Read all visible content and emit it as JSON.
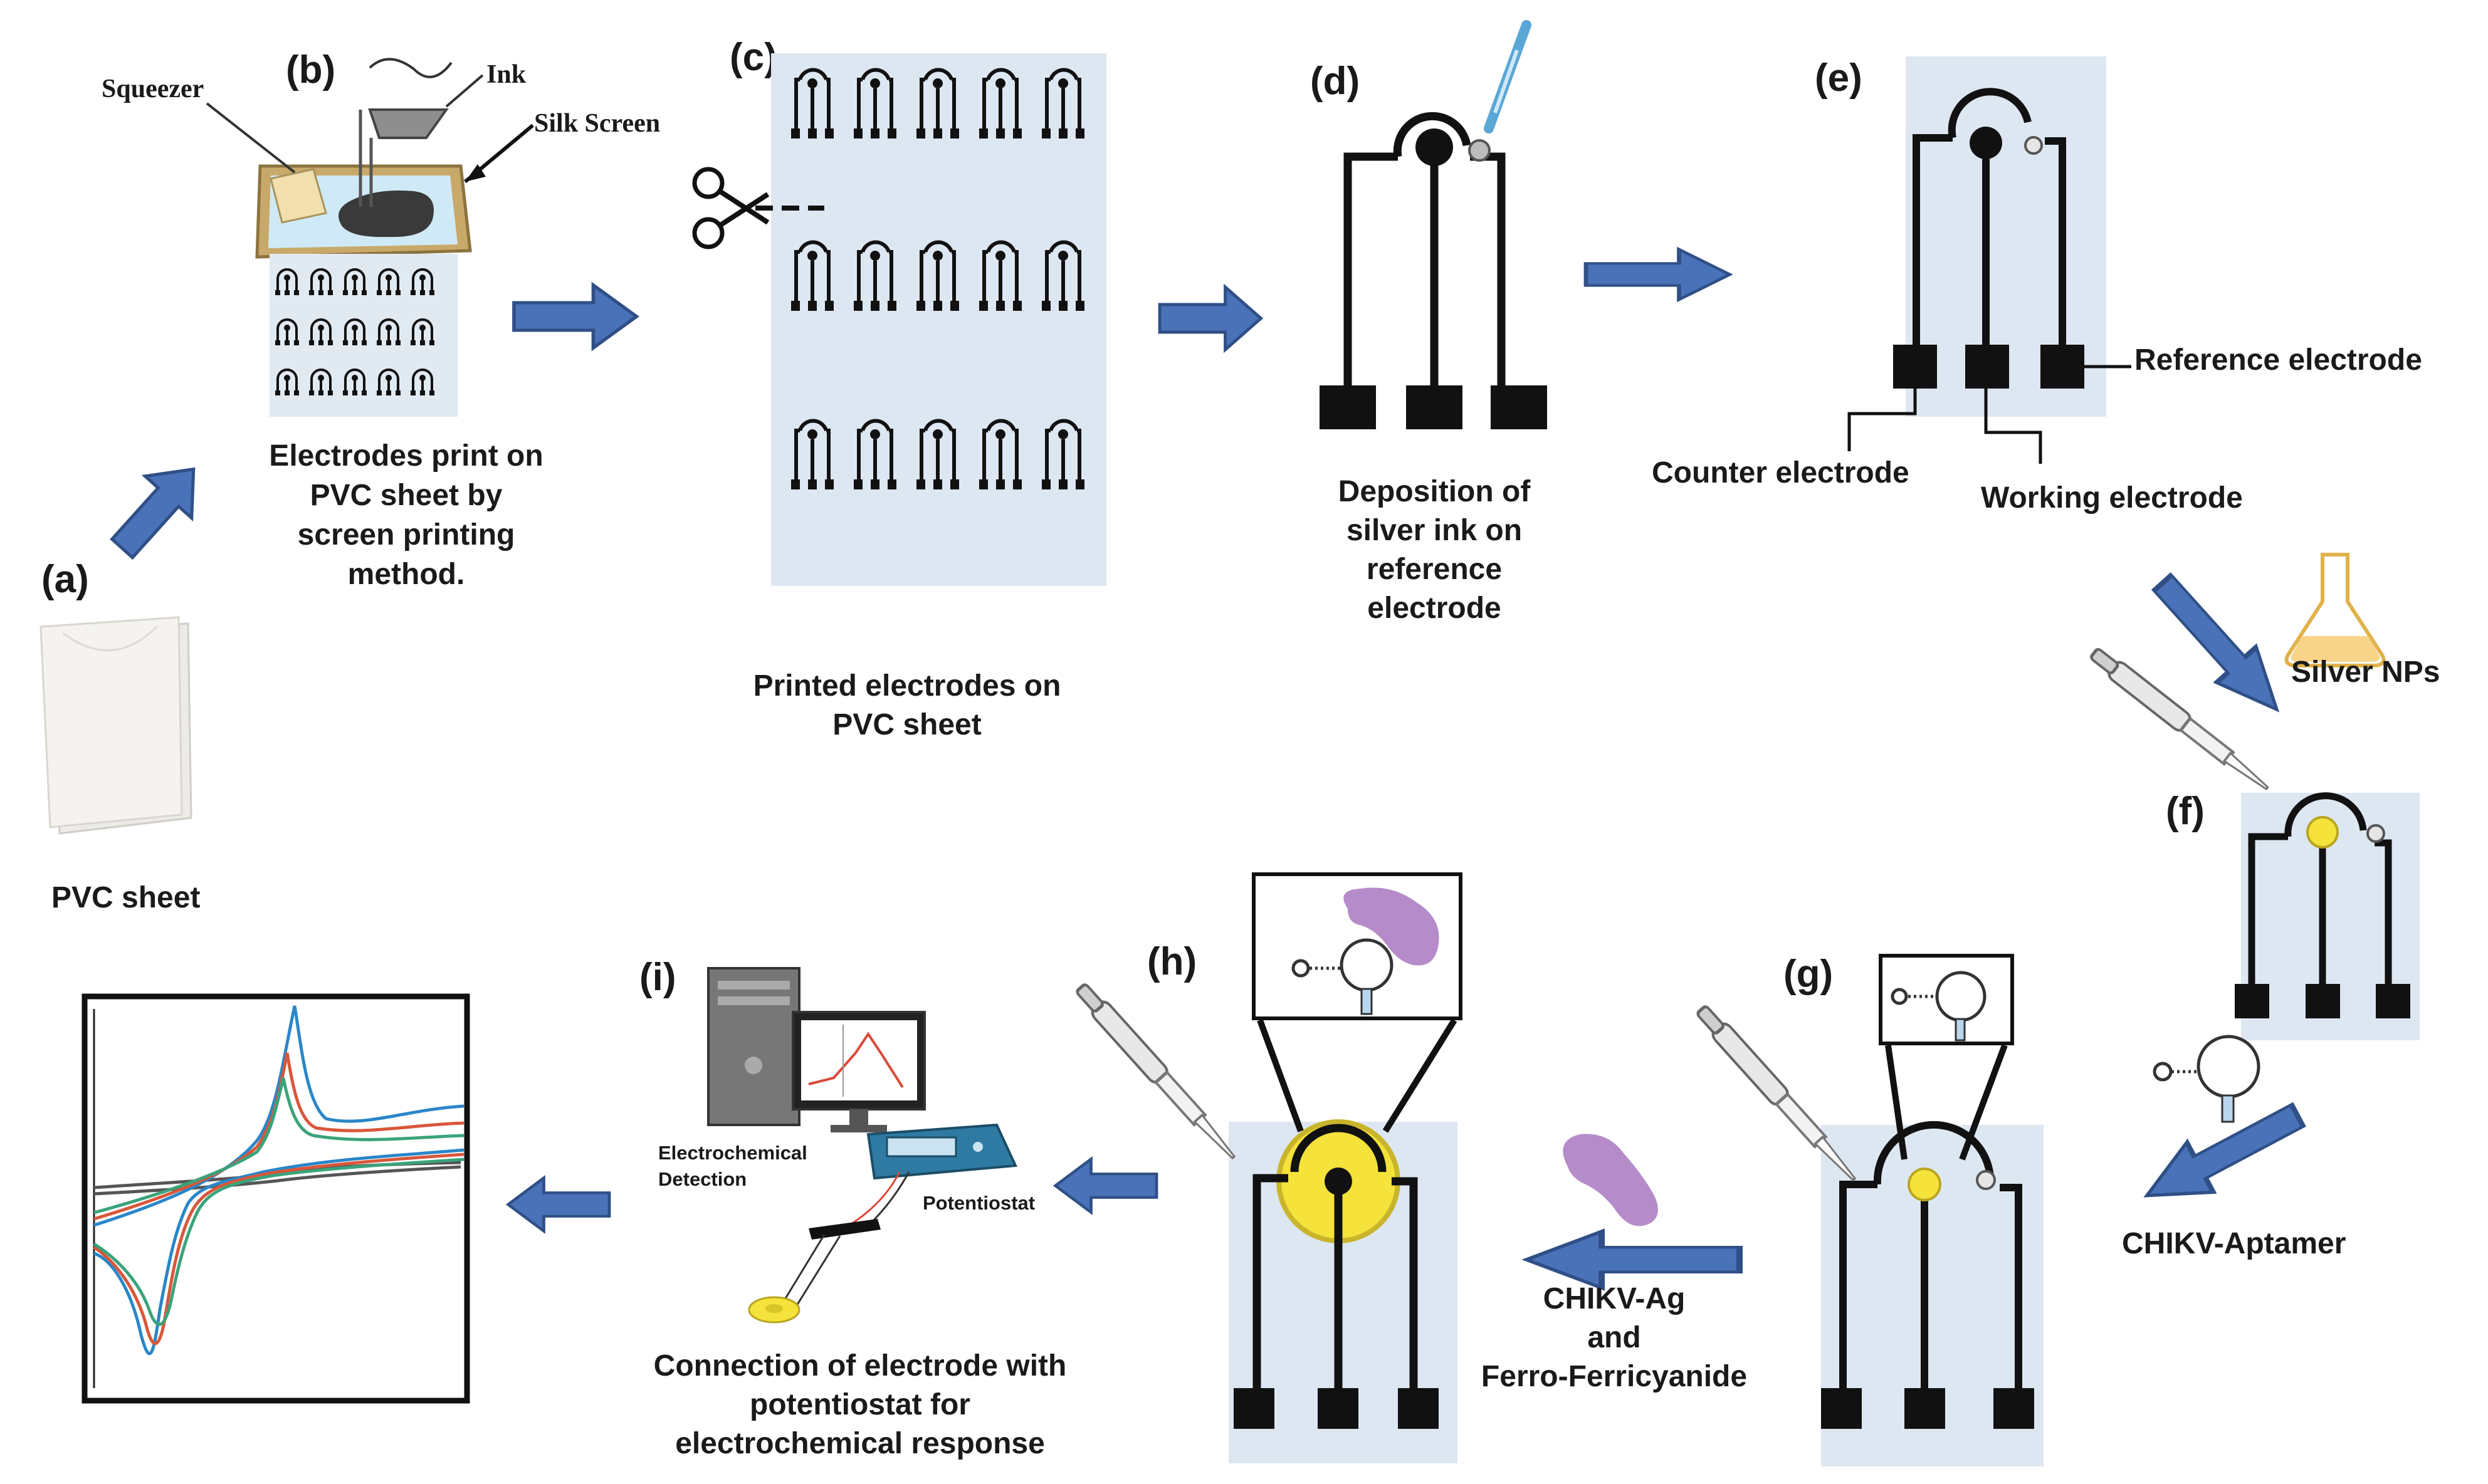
{
  "panels": {
    "a": "(a)",
    "b": "(b)",
    "c": "(c)",
    "d": "(d)",
    "e": "(e)",
    "f": "(f)",
    "g": "(g)",
    "h": "(h)",
    "i": "(i)"
  },
  "labels": {
    "squeezer": "Squeezer",
    "ink": "Ink",
    "silk_screen": "Silk Screen",
    "pvc_sheet": "PVC sheet",
    "print_caption": [
      "Electrodes print on",
      "PVC sheet by",
      "screen printing",
      "method."
    ],
    "printed_caption": [
      "Printed electrodes on",
      "PVC sheet"
    ],
    "deposition_caption": [
      "Deposition of",
      "silver ink on",
      "reference",
      "electrode"
    ],
    "reference_electrode": "Reference electrode",
    "counter_electrode": "Counter electrode",
    "working_electrode": "Working electrode",
    "silver_nps": "Silver NPs",
    "aptamer": "CHIKV-Aptamer",
    "antigen_caption": [
      "CHIKV-Ag",
      "and",
      "Ferro-Ferricyanide"
    ],
    "detection": [
      "Electrochemical",
      "Detection"
    ],
    "potentiostat": "Potentiostat",
    "connection_caption": [
      "Connection of electrode with",
      "potentiostat for",
      "electrochemical response"
    ]
  },
  "colors": {
    "arrow": "#4a72b8",
    "arrow_edge": "#2f4f86",
    "sheet": "#dfeaf6",
    "electrode": "#111111",
    "silver_np": "#f5e23a",
    "antigen": "#b58cc9",
    "cv_blue": "#2a86c9",
    "cv_green": "#3aa37a",
    "cv_red": "#d9573a",
    "cv_gray": "#555555"
  },
  "icons": [
    "scissors-icon",
    "pipette-icon",
    "flask-icon",
    "computer-icon",
    "potentiostat-icon",
    "aptamer-icon",
    "antigen-icon"
  ]
}
